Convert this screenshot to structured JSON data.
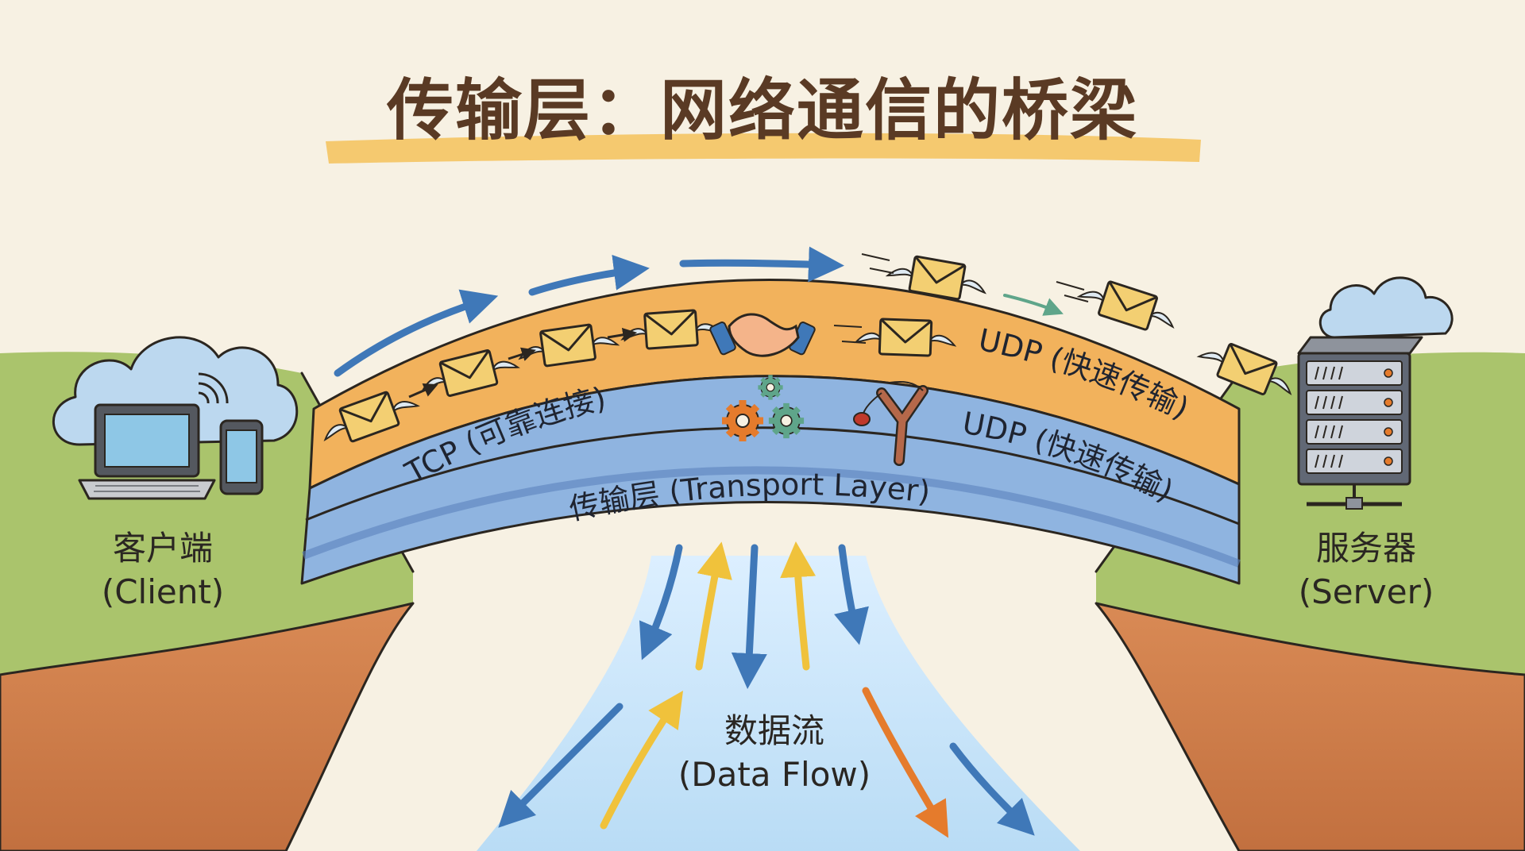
{
  "title": "传输层：网络通信的桥梁",
  "client": {
    "name": "客户端",
    "name_en": "(Client)"
  },
  "server": {
    "name": "服务器",
    "name_en": "(Server)"
  },
  "bridge": {
    "tcp_label": "TCP (可靠连接)",
    "udp_top_label": "UDP (快速传输)",
    "udp_mid_label": "UDP (快速传输)",
    "layer_label": "传输层 (Transport Layer)"
  },
  "data_flow": {
    "name": "数据流",
    "name_en": "(Data Flow)"
  },
  "icons": [
    "cloud-icon",
    "laptop-icon",
    "phone-icon",
    "wifi-icon",
    "server-icon",
    "envelope-icon",
    "handshake-icon",
    "gear-icon",
    "slingshot-icon",
    "arrow-icon"
  ],
  "colors": {
    "background": "#f7f1e3",
    "grass": "#a9c46a",
    "cliff": "#c9794a",
    "bridge_orange": "#f2b25c",
    "bridge_blue": "#6f98cf",
    "arrow_blue": "#3f78b8",
    "arrow_orange": "#e57b2c",
    "arrow_yellow": "#f0c23b",
    "envelope": "#f3cf72",
    "title_highlight": "#f5c25a"
  }
}
